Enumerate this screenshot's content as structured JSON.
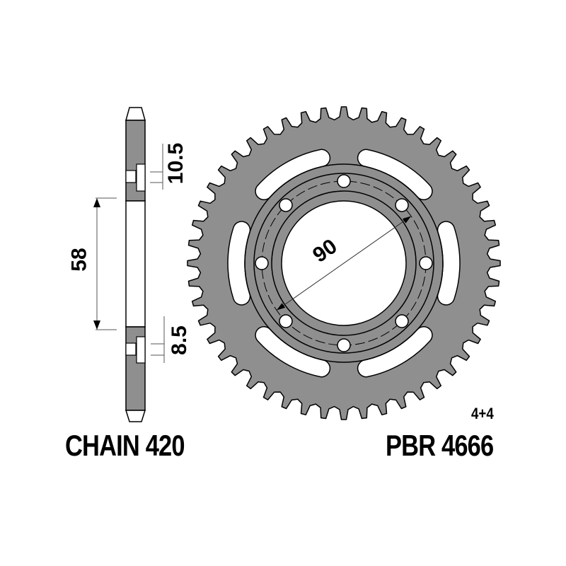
{
  "diagram": {
    "title": "Rear sprocket technical drawing",
    "colors": {
      "fill": "#8f8f8f",
      "stroke": "#000000",
      "background": "#ffffff",
      "dim_line": "#555555"
    },
    "labels": {
      "chain": "CHAIN 420",
      "part_number": "PBR 4666",
      "bolt_pattern": "4+4",
      "pcd_dimension": "90",
      "center_bore_dimension": "58",
      "hub_offset_top": "10.5",
      "hub_offset_bottom": "8.5"
    },
    "sprocket": {
      "teeth": 48,
      "bolt_holes": 8,
      "lightening_slots": 6
    }
  }
}
